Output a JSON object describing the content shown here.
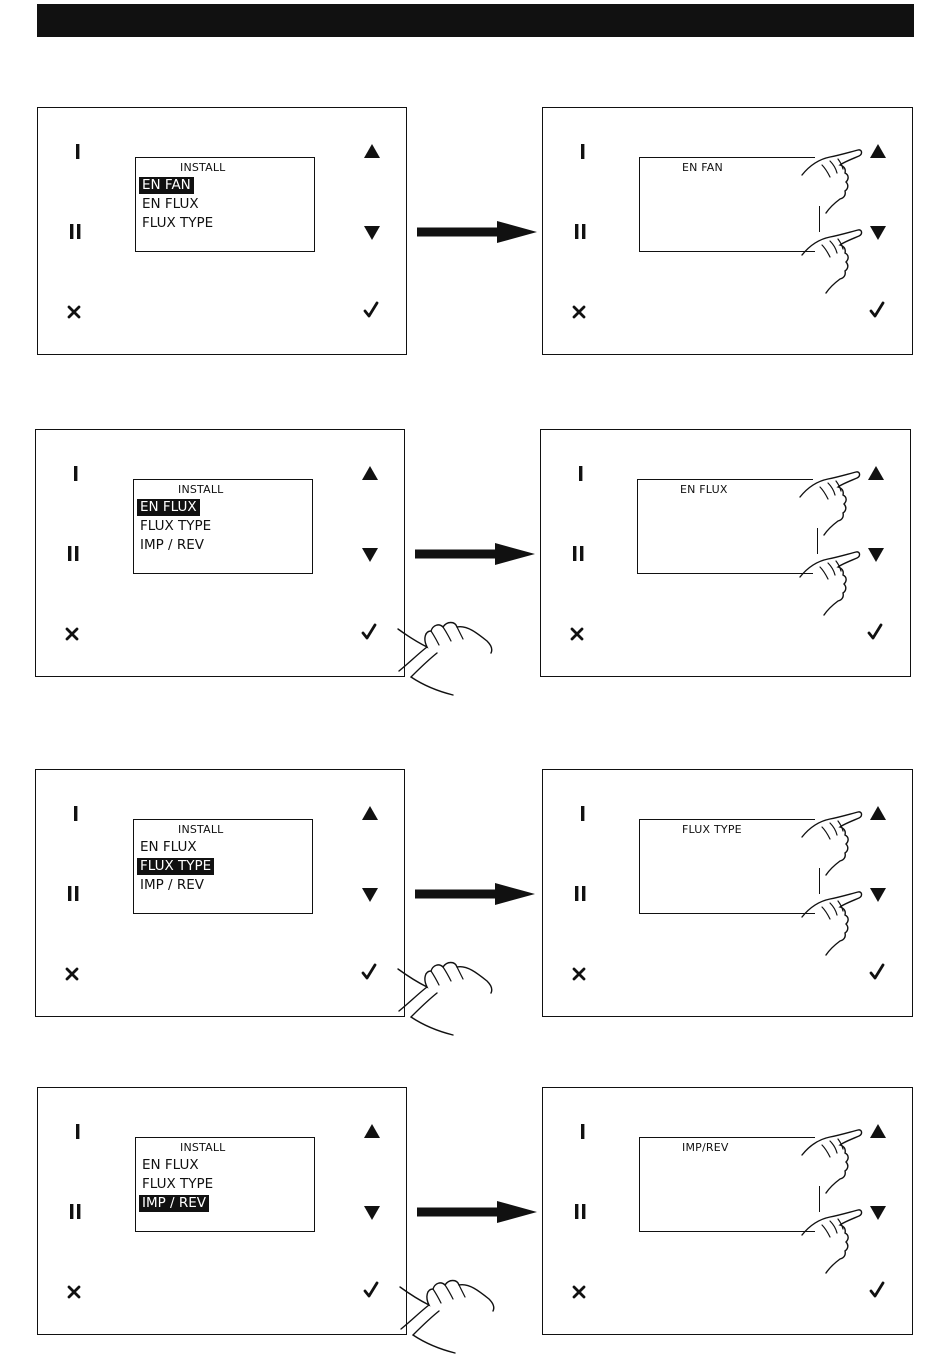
{
  "rows": [
    {
      "left_screen": {
        "title": "INSTALL",
        "items": [
          "EN FAN",
          "EN FLUX",
          "FLUX TYPE"
        ],
        "selected": 0
      },
      "right_screen": {
        "title": "EN  FAN"
      },
      "confirm_hand": false
    },
    {
      "left_screen": {
        "title": "INSTALL",
        "items": [
          "EN FLUX",
          "FLUX TYPE",
          "IMP / REV"
        ],
        "selected": 0
      },
      "right_screen": {
        "title": "EN FLUX"
      },
      "confirm_hand": true
    },
    {
      "left_screen": {
        "title": "INSTALL",
        "items": [
          "EN FLUX",
          "FLUX TYPE",
          "IMP / REV"
        ],
        "selected": 1
      },
      "right_screen": {
        "title": "FLUX TYPE"
      },
      "confirm_hand": true
    },
    {
      "left_screen": {
        "title": "INSTALL",
        "items": [
          "EN FLUX",
          "FLUX TYPE",
          "IMP / REV"
        ],
        "selected": 2
      },
      "right_screen": {
        "title": "IMP/REV"
      },
      "confirm_hand": true
    }
  ],
  "icons": {
    "power": "power-icon",
    "pause": "pause-icon",
    "cancel": "cancel-icon",
    "up": "up-arrow-icon",
    "down": "down-arrow-icon",
    "confirm": "check-icon"
  }
}
